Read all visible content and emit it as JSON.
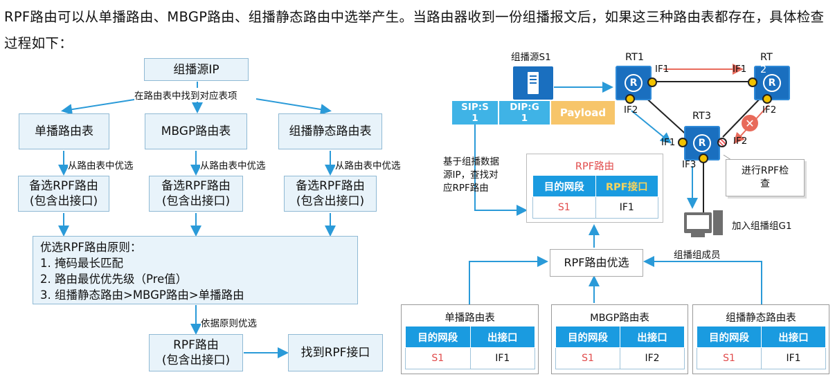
{
  "intro": "RPF路由可以从单播路由、MBGP路由、组播静态路由中选举产生。当路由器收到一份组播报文后，如果这三种路由表都存在，具体检查过程如下：",
  "flow": {
    "source_ip": "组播源IP",
    "find_label": "在路由表中找到对应表项",
    "unicast_table": "单播路由表",
    "mbgp_table": "MBGP路由表",
    "static_table": "组播静态路由表",
    "prefer_label": "从路由表中优选",
    "candidate": "备选RPF路由\n(包含出接口)",
    "principle_title": "优选RPF路由原则：",
    "principle_1": "1. 掩码最长匹配",
    "principle_2": "2. 路由最优优先级（Pre值）",
    "principle_3": "3. 组播静态路由>MBGP路由>单播路由",
    "by_principle": "依据原则优选",
    "rpf_route": "RPF路由\n(包含出接口)",
    "found_interface": "找到RPF接口"
  },
  "topology": {
    "source_label": "组播源S1",
    "rt1": "RT1",
    "rt2_a": "RT",
    "rt2_b": "2",
    "rt3": "RT3",
    "if1": "IF1",
    "if2": "IF2",
    "if3": "IF3",
    "router_glyph": "R",
    "packet_sip": "SIP:S\n1",
    "packet_dip": "DIP:G\n1",
    "packet_payload": "Payload",
    "lookup_note": "基于组播数据\n源IP，查找对\n应RPF路由",
    "rpf_check": "进行RPF检\n查",
    "join_group": "加入组播组G1",
    "member": "组播组成员",
    "rpf_select": "RPF路由优选"
  },
  "rpf_table": {
    "title": "RPF路由",
    "headers": [
      "目的网段",
      "RPF接口"
    ],
    "row": [
      "S1",
      "IF1"
    ]
  },
  "route_tables": [
    {
      "title": "单播路由表",
      "headers": [
        "目的网段",
        "出接口"
      ],
      "row": [
        "S1",
        "IF1"
      ]
    },
    {
      "title": "MBGP路由表",
      "headers": [
        "目的网段",
        "出接口"
      ],
      "row": [
        "S1",
        "IF2"
      ]
    },
    {
      "title": "组播静态路由表",
      "headers": [
        "目的网段",
        "出接口"
      ],
      "row": [
        "S1",
        "IF1"
      ]
    }
  ],
  "colors": {
    "arrow": "#2a9ad8",
    "box_fill": "#e8f3fa",
    "router": "#1a6fbf",
    "header": "#1a9be0",
    "red": "#e14b4b",
    "payload": "#f7c56a"
  }
}
